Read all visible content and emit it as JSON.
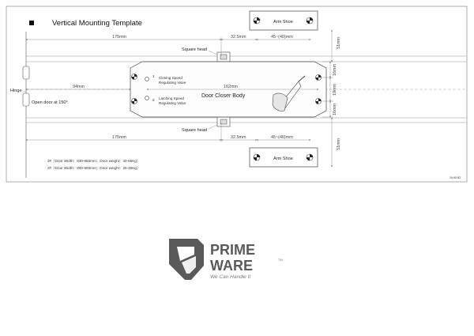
{
  "template": {
    "title": "Vertical Mounting Template",
    "body_label": "Door Closer Body",
    "arm_shoe_top": "Arm Shoe",
    "arm_shoe_bottom": "Arm Shoe",
    "square_head_top": "Square head",
    "square_head_bottom": "Square head",
    "closing_valve_l1": "Closing Speed",
    "closing_valve_l2": "Regulating Valve",
    "latching_valve_l1": "Latching Speed",
    "latching_valve_l2": "Regulating Valve",
    "valve_num_1": "1",
    "valve_num_2": "2",
    "hinge": "Hinge",
    "open_door": "Open door at 150°",
    "spec_3": "3#（Door Width：830-950mm；Door weight：40-65Kg）",
    "spec_2": "2#（Door Width：800-900mm；Door weight：25-45Kg）",
    "code": "19 95 B2"
  },
  "dimensions": {
    "d175_top": "175mm",
    "d325_top": "32.5mm",
    "d4540_top": "45~(40)mm",
    "d51_top": "51mm",
    "d94": "94mm",
    "d162": "162mm",
    "d16_a": "16mm",
    "d19": "19mm",
    "d16_b": "16mm",
    "d175_bottom": "175mm",
    "d325_bottom": "32.5mm",
    "d4540_bottom": "45~(40)mm",
    "d51_bottom": "51mm"
  },
  "brand": {
    "name_line1": "PRIME",
    "name_line2": "WARE",
    "trademark": "TM",
    "tagline": "We Can Handle It",
    "color": "#5a5a5a"
  }
}
